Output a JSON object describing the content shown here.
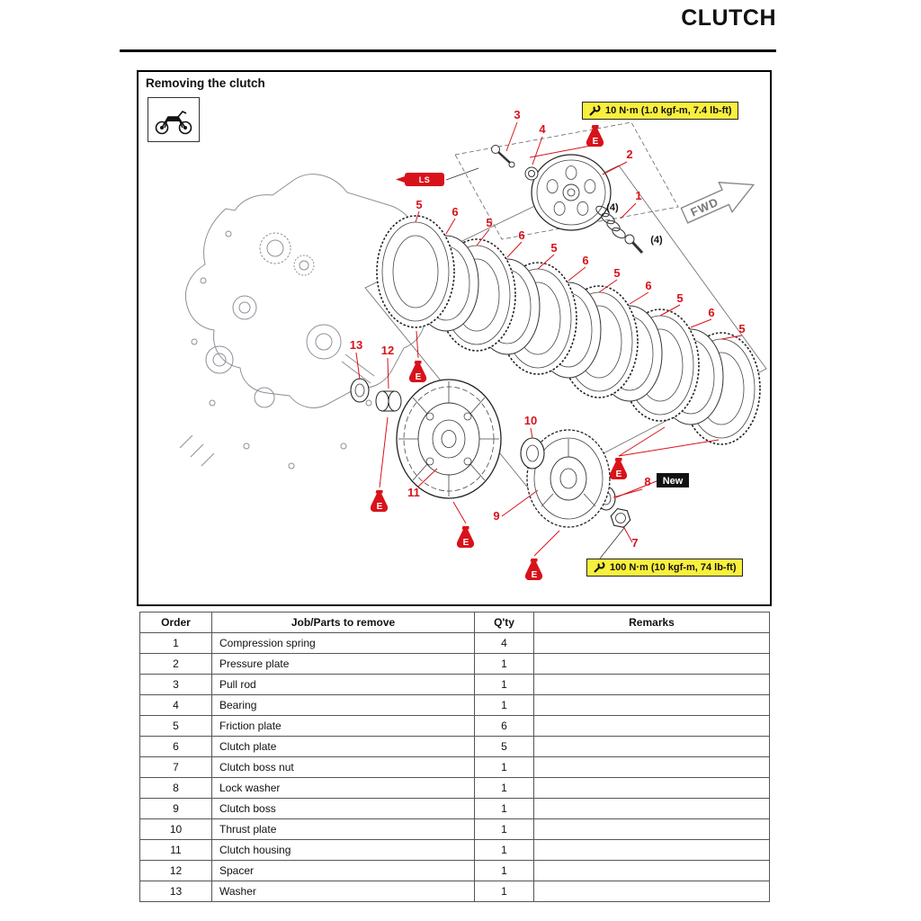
{
  "page": {
    "title": "CLUTCH"
  },
  "section": {
    "title": "Removing the clutch"
  },
  "labels": {
    "torque_top": "10 N·m (1.0 kgf-m, 7.4 lb-ft)",
    "torque_bottom": "100 N·m (10 kgf-m, 74 lb-ft)",
    "new": "New",
    "fwd": "FWD",
    "ls": "LS",
    "e": "E",
    "qty4": "(4)"
  },
  "callouts": {
    "n1": "1",
    "n2": "2",
    "n3": "3",
    "n4": "4",
    "n5": "5",
    "n6": "6",
    "n7": "7",
    "n8": "8",
    "n9": "9",
    "n10": "10",
    "n11": "11",
    "n12": "12",
    "n13": "13"
  },
  "table": {
    "headers": {
      "order": "Order",
      "job": "Job/Parts to remove",
      "qty": "Q'ty",
      "remarks": "Remarks"
    },
    "rows": [
      {
        "order": "1",
        "job": "Compression spring",
        "qty": "4",
        "remarks": ""
      },
      {
        "order": "2",
        "job": "Pressure plate",
        "qty": "1",
        "remarks": ""
      },
      {
        "order": "3",
        "job": "Pull rod",
        "qty": "1",
        "remarks": ""
      },
      {
        "order": "4",
        "job": "Bearing",
        "qty": "1",
        "remarks": ""
      },
      {
        "order": "5",
        "job": "Friction plate",
        "qty": "6",
        "remarks": ""
      },
      {
        "order": "6",
        "job": "Clutch plate",
        "qty": "5",
        "remarks": ""
      },
      {
        "order": "7",
        "job": "Clutch boss nut",
        "qty": "1",
        "remarks": ""
      },
      {
        "order": "8",
        "job": "Lock washer",
        "qty": "1",
        "remarks": ""
      },
      {
        "order": "9",
        "job": "Clutch boss",
        "qty": "1",
        "remarks": ""
      },
      {
        "order": "10",
        "job": "Thrust plate",
        "qty": "1",
        "remarks": ""
      },
      {
        "order": "11",
        "job": "Clutch housing",
        "qty": "1",
        "remarks": ""
      },
      {
        "order": "12",
        "job": "Spacer",
        "qty": "1",
        "remarks": ""
      },
      {
        "order": "13",
        "job": "Washer",
        "qty": "1",
        "remarks": ""
      }
    ]
  },
  "colors": {
    "callout_red": "#d8121a",
    "torque_yellow": "#f9ef3e",
    "new_black": "#111111"
  }
}
